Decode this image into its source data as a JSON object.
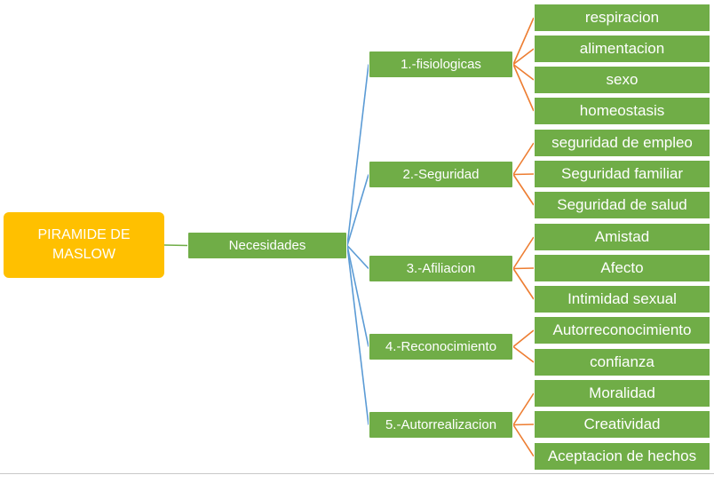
{
  "root": {
    "line1": "PIRAMIDE DE",
    "line2": "MASLOW"
  },
  "level1": {
    "label": "Necesidades"
  },
  "branches": [
    {
      "label": "1.-fisiologicas",
      "items": [
        "respiracion",
        "alimentacion",
        "sexo",
        "homeostasis"
      ]
    },
    {
      "label": "2.-Seguridad",
      "items": [
        "seguridad de empleo",
        "Seguridad familiar",
        "Seguridad de salud"
      ]
    },
    {
      "label": "3.-Afiliacion",
      "items": [
        "Amistad",
        "Afecto",
        "Intimidad sexual"
      ]
    },
    {
      "label": "4.-Reconocimiento",
      "items": [
        "Autorreconocimiento",
        "confianza"
      ]
    },
    {
      "label": "5.-Autorrealizacion",
      "items": [
        "Moralidad",
        "Creatividad",
        "Aceptacion de hechos"
      ]
    }
  ],
  "colors": {
    "root_fill": "#ffc000",
    "node_fill": "#70ad47",
    "root_connector": "#70ad47",
    "branch_connector": "#5b9bd5",
    "leaf_connector": "#ed7d31"
  }
}
